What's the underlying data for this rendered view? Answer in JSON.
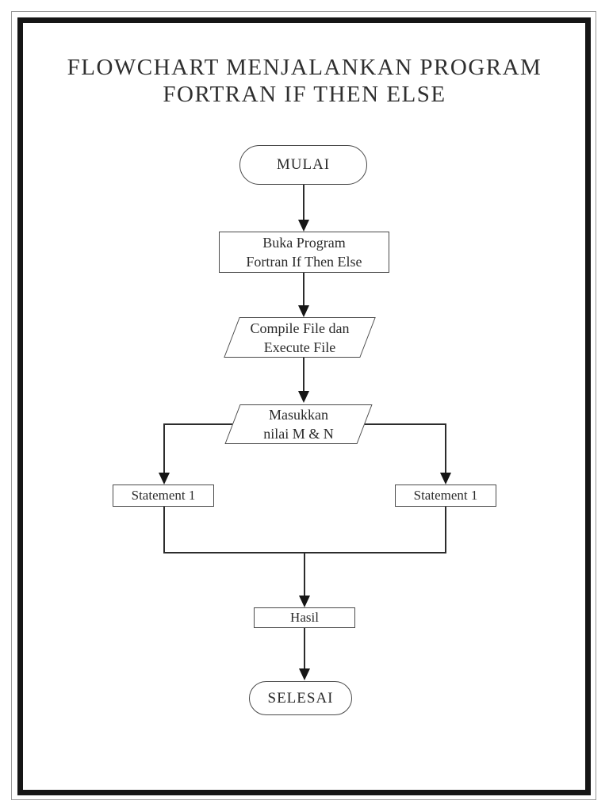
{
  "document": {
    "title_line1": "FLOWCHART MENJALANKAN PROGRAM",
    "title_line2": "FORTRAN IF THEN ELSE"
  },
  "flowchart": {
    "nodes": {
      "start": {
        "shape": "terminator",
        "label": "MULAI"
      },
      "open_program": {
        "shape": "process",
        "line1": "Buka Program",
        "line2": "Fortran If Then Else"
      },
      "compile_execute": {
        "shape": "input-output",
        "line1": "Compile File dan",
        "line2": "Execute File"
      },
      "input_values": {
        "shape": "input-output",
        "line1": "Masukkan",
        "line2": "nilai M & N"
      },
      "statement_left": {
        "shape": "process",
        "label": "Statement 1"
      },
      "statement_right": {
        "shape": "process",
        "label": "Statement 1"
      },
      "result": {
        "shape": "process",
        "label": "Hasil"
      },
      "end": {
        "shape": "terminator",
        "label": "SELESAI"
      }
    },
    "colors": {
      "shape_stroke": "#4a4a4a",
      "connector": "#2c2c2c",
      "arrowhead": "#161616",
      "text": "#2b2b2b",
      "fill": "#ffffff",
      "page_frame": "#161616",
      "page_outline": "#9a9a9a"
    }
  }
}
